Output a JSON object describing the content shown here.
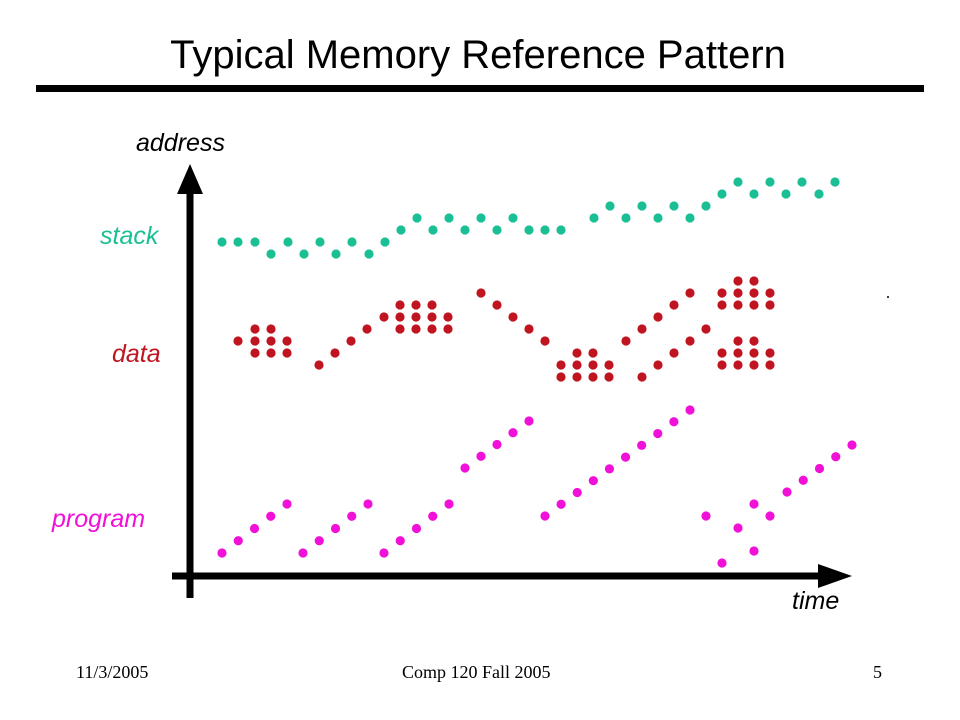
{
  "slide": {
    "title": "Typical Memory Reference Pattern"
  },
  "diagram": {
    "y_axis_label": "address",
    "x_axis_label": "time",
    "regions": [
      {
        "name": "stack",
        "color": "#1ABF94"
      },
      {
        "name": "data",
        "color": "#C01420"
      },
      {
        "name": "program",
        "color": "#F010D8"
      }
    ]
  },
  "footer": {
    "date": "11/3/2005",
    "course": "Comp 120 Fall 2005",
    "page_number": "5"
  }
}
